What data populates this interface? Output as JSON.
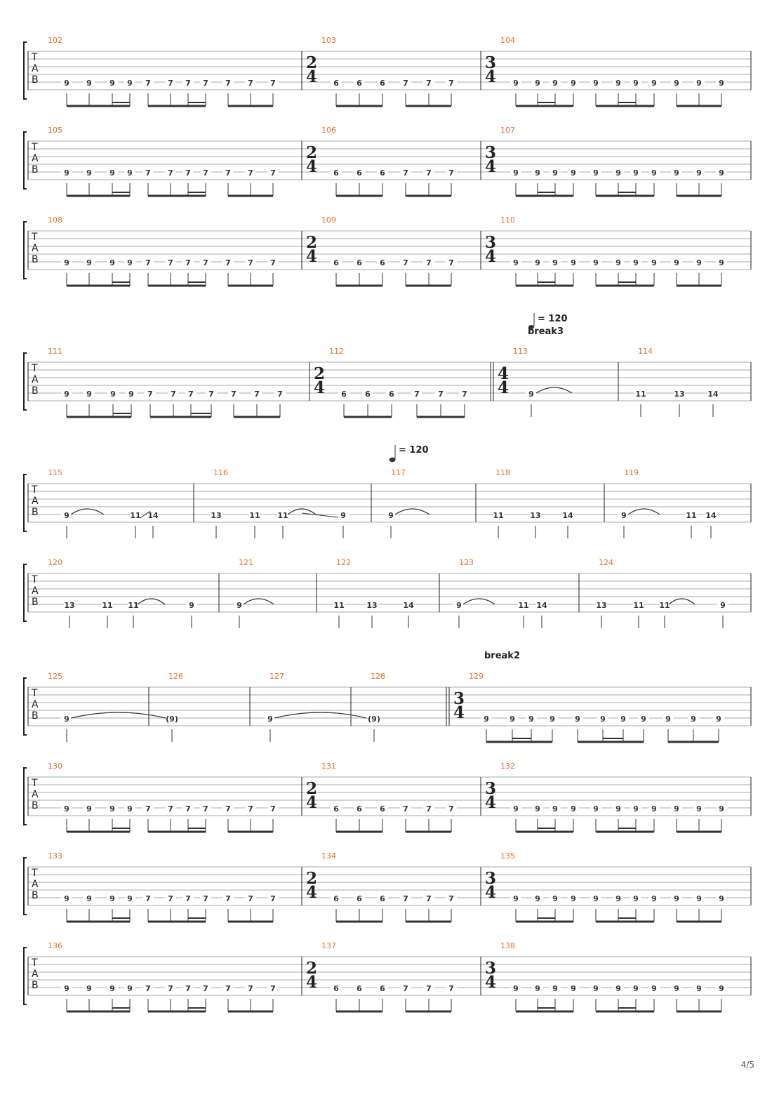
{
  "page_number": "4/5",
  "tab_letters": [
    "T",
    "A",
    "B"
  ],
  "markers": [
    {
      "text": "= 120",
      "kind": "tempo"
    },
    {
      "text": "break3",
      "kind": "section"
    },
    {
      "text": "= 120",
      "kind": "tempo"
    },
    {
      "text": "break2",
      "kind": "section"
    }
  ],
  "systems": [
    {
      "measures": [
        {
          "number": "102",
          "notes": [
            "9",
            "9",
            "9",
            "9",
            "7",
            "7",
            "7",
            "7",
            "7",
            "7",
            "7"
          ]
        },
        {
          "number": "103",
          "time_sig": [
            "2",
            "4"
          ],
          "notes": [
            "6",
            "6",
            "6",
            "7",
            "7",
            "7"
          ]
        },
        {
          "number": "104",
          "time_sig": [
            "3",
            "4"
          ],
          "notes": [
            "9",
            "9",
            "9",
            "9",
            "9",
            "9",
            "9",
            "9",
            "9",
            "9",
            "9"
          ]
        }
      ]
    },
    {
      "measures": [
        {
          "number": "105",
          "notes": [
            "9",
            "9",
            "9",
            "9",
            "7",
            "7",
            "7",
            "7",
            "7",
            "7",
            "7"
          ]
        },
        {
          "number": "106",
          "time_sig": [
            "2",
            "4"
          ],
          "notes": [
            "6",
            "6",
            "6",
            "7",
            "7",
            "7"
          ]
        },
        {
          "number": "107",
          "time_sig": [
            "3",
            "4"
          ],
          "notes": [
            "9",
            "9",
            "9",
            "9",
            "9",
            "9",
            "9",
            "9",
            "9",
            "9",
            "9"
          ]
        }
      ]
    },
    {
      "measures": [
        {
          "number": "108",
          "notes": [
            "9",
            "9",
            "9",
            "9",
            "7",
            "7",
            "7",
            "7",
            "7",
            "7",
            "7"
          ]
        },
        {
          "number": "109",
          "time_sig": [
            "2",
            "4"
          ],
          "notes": [
            "6",
            "6",
            "6",
            "7",
            "7",
            "7"
          ]
        },
        {
          "number": "110",
          "time_sig": [
            "3",
            "4"
          ],
          "notes": [
            "9",
            "9",
            "9",
            "9",
            "9",
            "9",
            "9",
            "9",
            "9",
            "9",
            "9"
          ]
        }
      ]
    },
    {
      "measures": [
        {
          "number": "111",
          "notes": [
            "9",
            "9",
            "9",
            "9",
            "7",
            "7",
            "7",
            "7",
            "7",
            "7",
            "7"
          ]
        },
        {
          "number": "112",
          "time_sig": [
            "2",
            "4"
          ],
          "notes": [
            "6",
            "6",
            "6",
            "7",
            "7",
            "7"
          ]
        },
        {
          "number": "113",
          "time_sig": [
            "4",
            "4"
          ],
          "notes": [
            "9"
          ]
        },
        {
          "number": "114",
          "notes": [
            "11",
            "13",
            "14"
          ]
        }
      ]
    },
    {
      "measures": [
        {
          "number": "115",
          "notes": [
            "9",
            "11",
            "14"
          ]
        },
        {
          "number": "116",
          "notes": [
            "13",
            "11",
            "11",
            "9"
          ]
        },
        {
          "number": "117",
          "notes": [
            "9"
          ]
        },
        {
          "number": "118",
          "notes": [
            "11",
            "13",
            "14"
          ]
        },
        {
          "number": "119",
          "notes": [
            "9",
            "11",
            "14"
          ]
        }
      ]
    },
    {
      "measures": [
        {
          "number": "120",
          "notes": [
            "13",
            "11",
            "11",
            "9"
          ]
        },
        {
          "number": "121",
          "notes": [
            "9"
          ]
        },
        {
          "number": "122",
          "notes": [
            "11",
            "13",
            "14"
          ]
        },
        {
          "number": "123",
          "notes": [
            "9",
            "11",
            "14"
          ]
        },
        {
          "number": "124",
          "notes": [
            "13",
            "11",
            "11",
            "9"
          ]
        }
      ]
    },
    {
      "measures": [
        {
          "number": "125",
          "notes": [
            "9"
          ]
        },
        {
          "number": "126",
          "notes": [
            "(9)"
          ]
        },
        {
          "number": "127",
          "notes": [
            "9"
          ]
        },
        {
          "number": "128",
          "notes": [
            "(9)"
          ]
        },
        {
          "number": "129",
          "time_sig": [
            "3",
            "4"
          ],
          "notes": [
            "9",
            "9",
            "9",
            "9",
            "9",
            "9",
            "9",
            "9",
            "9",
            "9",
            "9"
          ]
        }
      ]
    },
    {
      "measures": [
        {
          "number": "130",
          "notes": [
            "9",
            "9",
            "9",
            "9",
            "7",
            "7",
            "7",
            "7",
            "7",
            "7",
            "7"
          ]
        },
        {
          "number": "131",
          "time_sig": [
            "2",
            "4"
          ],
          "notes": [
            "6",
            "6",
            "6",
            "7",
            "7",
            "7"
          ]
        },
        {
          "number": "132",
          "time_sig": [
            "3",
            "4"
          ],
          "notes": [
            "9",
            "9",
            "9",
            "9",
            "9",
            "9",
            "9",
            "9",
            "9",
            "9",
            "9"
          ]
        }
      ]
    },
    {
      "measures": [
        {
          "number": "133",
          "notes": [
            "9",
            "9",
            "9",
            "9",
            "7",
            "7",
            "7",
            "7",
            "7",
            "7",
            "7"
          ]
        },
        {
          "number": "134",
          "time_sig": [
            "2",
            "4"
          ],
          "notes": [
            "6",
            "6",
            "6",
            "7",
            "7",
            "7"
          ]
        },
        {
          "number": "135",
          "time_sig": [
            "3",
            "4"
          ],
          "notes": [
            "9",
            "9",
            "9",
            "9",
            "9",
            "9",
            "9",
            "9",
            "9",
            "9",
            "9"
          ]
        }
      ]
    },
    {
      "measures": [
        {
          "number": "136",
          "notes": [
            "9",
            "9",
            "9",
            "9",
            "7",
            "7",
            "7",
            "7",
            "7",
            "7",
            "7"
          ]
        },
        {
          "number": "137",
          "time_sig": [
            "2",
            "4"
          ],
          "notes": [
            "6",
            "6",
            "6",
            "7",
            "7",
            "7"
          ]
        },
        {
          "number": "138",
          "time_sig": [
            "3",
            "4"
          ],
          "notes": [
            "9",
            "9",
            "9",
            "9",
            "9",
            "9",
            "9",
            "9",
            "9",
            "9",
            "9"
          ]
        }
      ]
    }
  ]
}
